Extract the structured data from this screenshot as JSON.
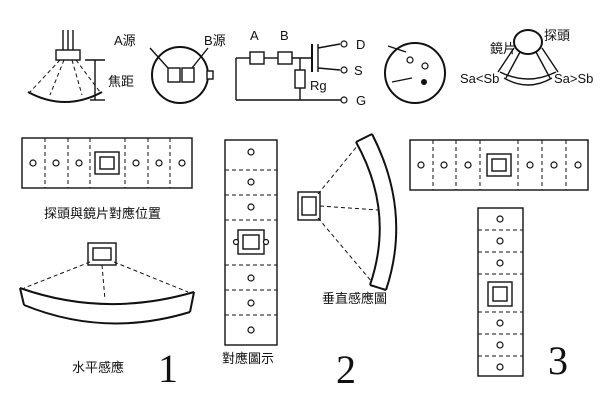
{
  "labels": {
    "source_a": "A源",
    "source_b": "B源",
    "focal_length": "焦距",
    "circuit_a": "A",
    "circuit_b": "B",
    "pin_d": "D",
    "pin_s": "S",
    "pin_g": "G",
    "resistor": "Rg",
    "lens": "鏡片",
    "probe": "探頭",
    "sa_lt_sb": "Sa<Sb",
    "sa_gt_sb": "Sa>Sb",
    "probe_lens_alignment": "探頭與鏡片對應位置",
    "horizontal_sensing": "水平感應",
    "alignment_diagram": "對應圖示",
    "vertical_sensing": "垂直感應圖",
    "num_1": "1",
    "num_2": "2",
    "num_3": "3"
  }
}
